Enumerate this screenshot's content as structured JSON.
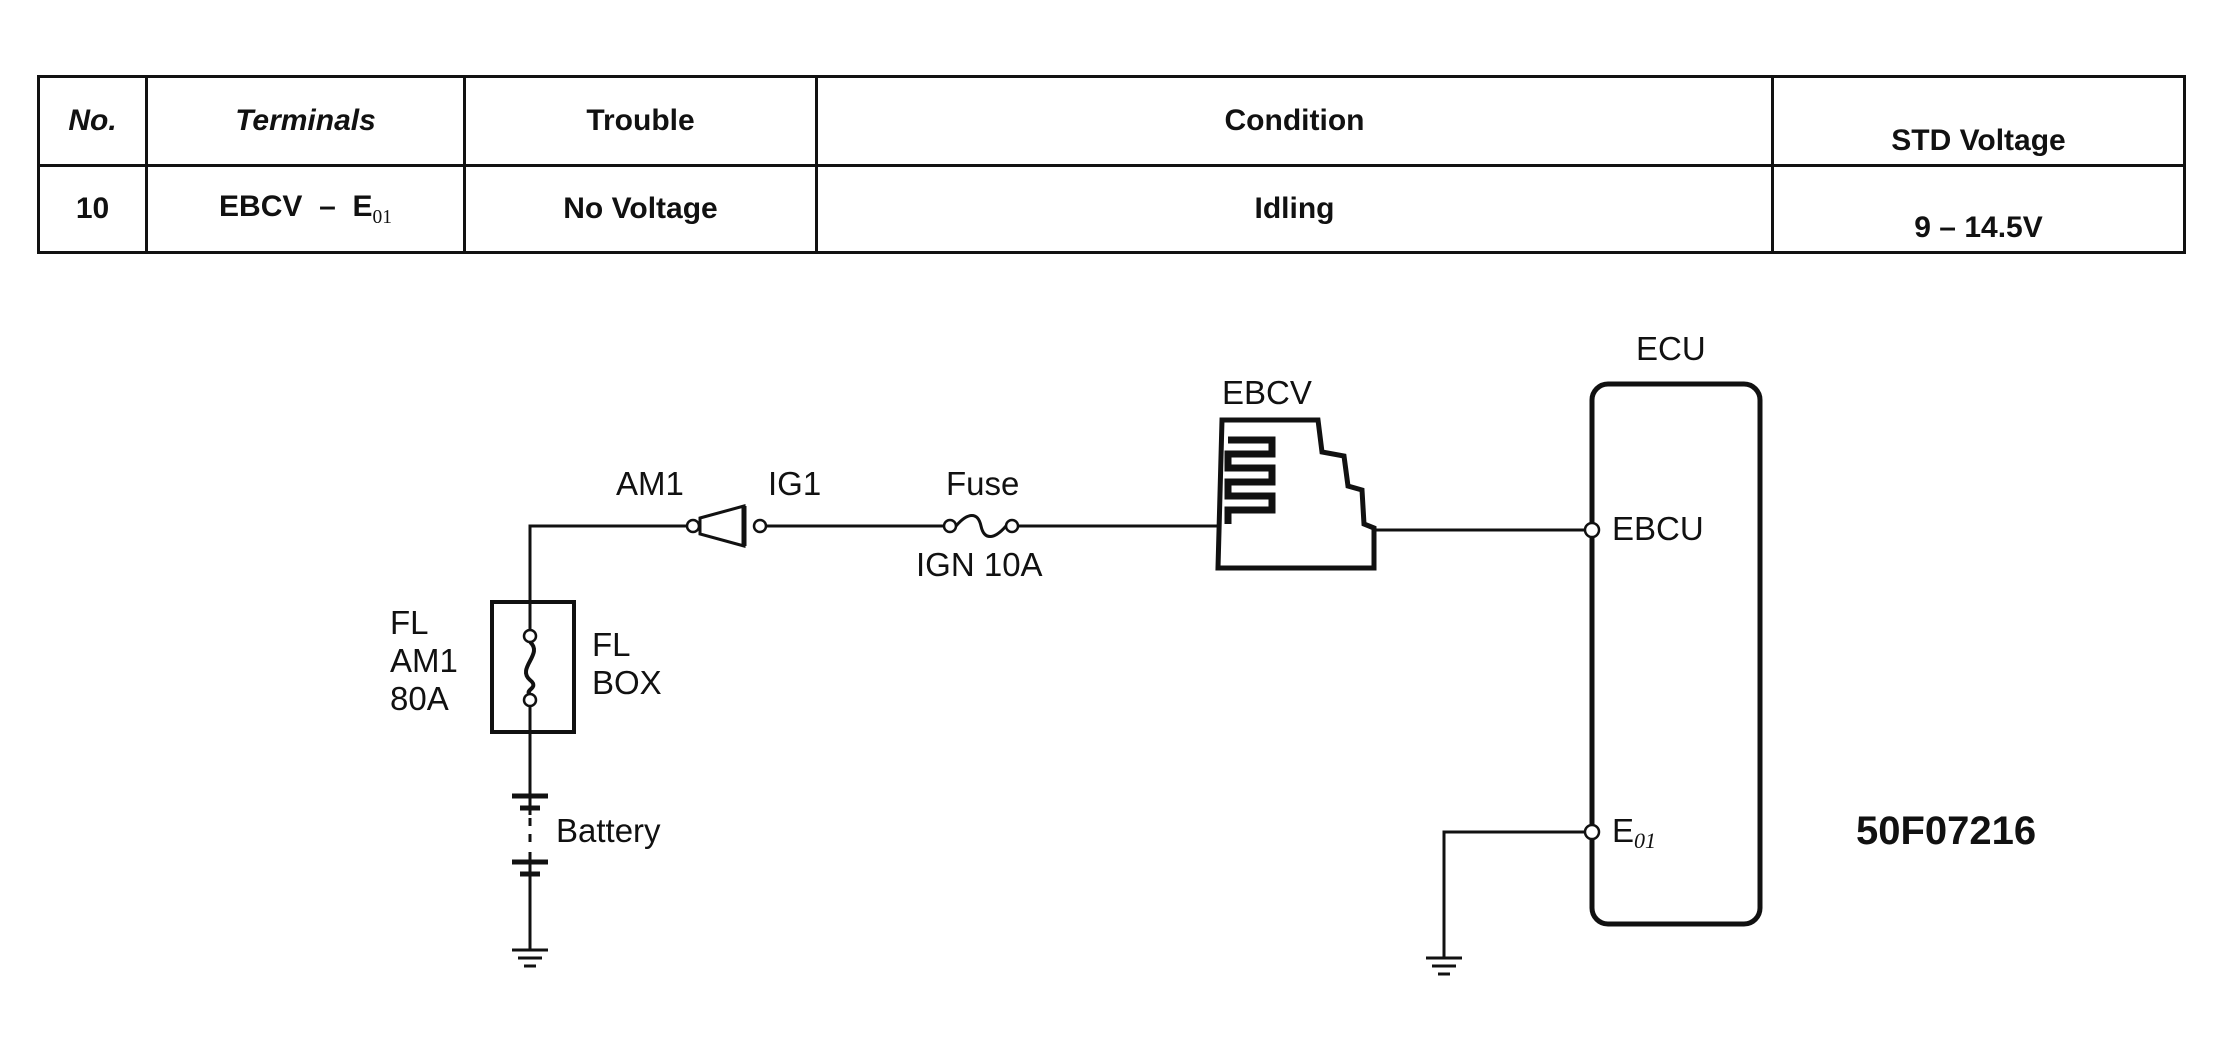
{
  "table": {
    "headers": [
      "No.",
      "Terminals",
      "Trouble",
      "Condition",
      "STD Voltage"
    ],
    "row": {
      "no": "10",
      "terminal_from": "EBCV",
      "terminal_sep": "–",
      "terminal_to_base": "E",
      "terminal_to_sub": "01",
      "trouble": "No Voltage",
      "condition": "Idling",
      "std_voltage": "9 – 14.5V"
    }
  },
  "diagram": {
    "ecu_title": "ECU",
    "ebcv_title": "EBCV",
    "ecu_terminal_1": "EBCU",
    "ecu_terminal_2_base": "E",
    "ecu_terminal_2_sub": "01",
    "switch_left": "AM1",
    "switch_right": "IG1",
    "fuse_label": "Fuse",
    "fuse_rating": "IGN 10A",
    "fusible_link": [
      "FL",
      "AM1",
      "80A"
    ],
    "fl_box": [
      "FL",
      "BOX"
    ],
    "battery_label": "Battery",
    "figure_code": "50F07216"
  }
}
